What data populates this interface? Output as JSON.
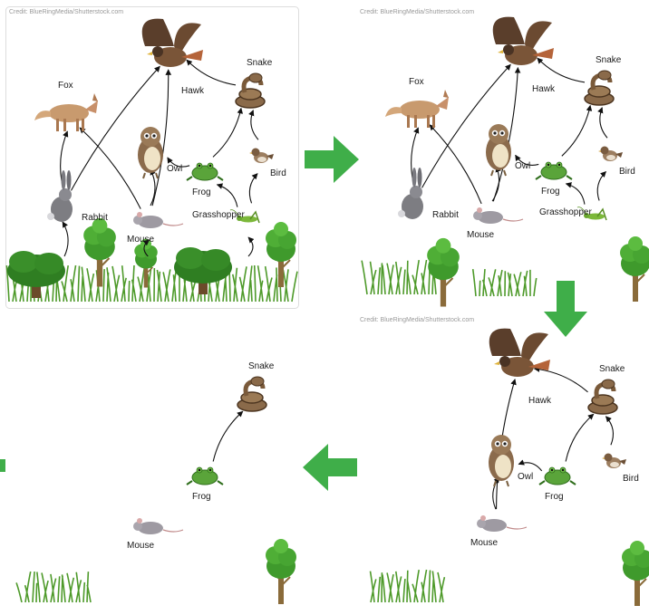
{
  "credit": "Credit: BlueRingMedia/Shutterstock.com",
  "colors": {
    "flow_arrow": "#3fae49",
    "edge": "#111111",
    "panel_border": "#dddddd"
  },
  "labels": {
    "hawk": "Hawk",
    "snake": "Snake",
    "fox": "Fox",
    "owl": "Owl",
    "bird": "Bird",
    "frog": "Frog",
    "rabbit": "Rabbit",
    "mouse": "Mouse",
    "grasshopper": "Grasshopper"
  },
  "panels": [
    {
      "id": "panel-1",
      "credit_shown": true,
      "organisms": [
        "hawk",
        "snake",
        "fox",
        "owl",
        "bird",
        "frog",
        "rabbit",
        "mouse",
        "grasshopper"
      ],
      "links": [
        [
          "rabbit",
          "fox"
        ],
        [
          "mouse",
          "fox"
        ],
        [
          "rabbit",
          "hawk"
        ],
        [
          "mouse",
          "hawk"
        ],
        [
          "snake",
          "hawk"
        ],
        [
          "mouse",
          "owl"
        ],
        [
          "frog",
          "owl"
        ],
        [
          "frog",
          "snake"
        ],
        [
          "bird",
          "snake"
        ],
        [
          "grasshopper",
          "frog"
        ],
        [
          "grasshopper",
          "bird"
        ],
        [
          "plants",
          "rabbit"
        ],
        [
          "plants",
          "mouse"
        ],
        [
          "plants",
          "grasshopper"
        ]
      ]
    },
    {
      "id": "panel-2",
      "credit_shown": true,
      "organisms": [
        "hawk",
        "snake",
        "fox",
        "owl",
        "bird",
        "frog",
        "rabbit",
        "mouse",
        "grasshopper"
      ],
      "links": [
        [
          "rabbit",
          "fox"
        ],
        [
          "mouse",
          "fox"
        ],
        [
          "rabbit",
          "hawk"
        ],
        [
          "mouse",
          "hawk"
        ],
        [
          "snake",
          "hawk"
        ],
        [
          "mouse",
          "owl"
        ],
        [
          "frog",
          "owl"
        ],
        [
          "frog",
          "snake"
        ],
        [
          "bird",
          "snake"
        ],
        [
          "grasshopper",
          "frog"
        ],
        [
          "grasshopper",
          "bird"
        ]
      ]
    },
    {
      "id": "panel-3",
      "credit_shown": true,
      "organisms": [
        "hawk",
        "snake",
        "owl",
        "bird",
        "frog",
        "mouse"
      ],
      "links": [
        [
          "mouse",
          "hawk"
        ],
        [
          "snake",
          "hawk"
        ],
        [
          "mouse",
          "owl"
        ],
        [
          "frog",
          "owl"
        ],
        [
          "frog",
          "snake"
        ],
        [
          "bird",
          "snake"
        ]
      ]
    },
    {
      "id": "panel-4",
      "credit_shown": false,
      "organisms": [
        "snake",
        "frog",
        "mouse"
      ],
      "links": [
        [
          "frog",
          "snake"
        ]
      ]
    }
  ]
}
